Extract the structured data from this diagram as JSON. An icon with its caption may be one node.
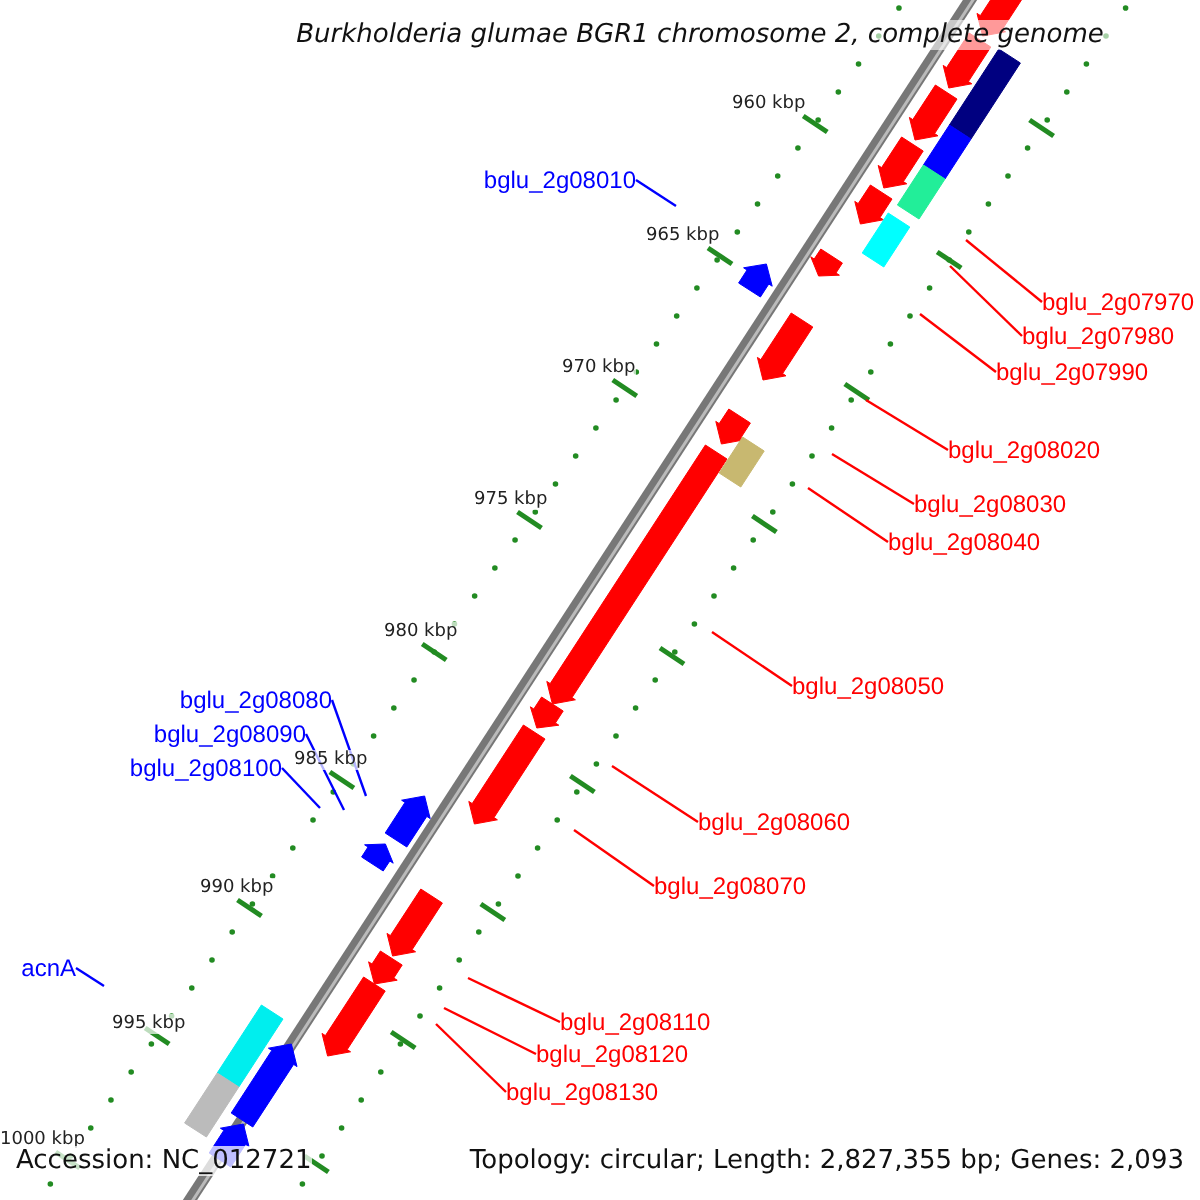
{
  "diagram": {
    "title": "Burkholderia glumae BGR1 chromosome 2, complete genome",
    "nodes": [
      {
        "text": [
          "bglu_2g08010"
        ]
      },
      {
        "text": [
          "bglu_2g07970"
        ]
      },
      {
        "text": [
          "bglu_2g07980"
        ]
      },
      {
        "text": [
          "bglu_2g07990"
        ]
      },
      {
        "text": [
          "bglu_2g08020"
        ]
      },
      {
        "text": [
          "bglu_2g08030"
        ]
      },
      {
        "text": [
          "bglu_2g08040"
        ]
      },
      {
        "text": [
          "bglu_2g08050"
        ]
      },
      {
        "text": [
          "bglu_2g08080"
        ]
      },
      {
        "text": [
          "bglu_2g08090"
        ]
      },
      {
        "text": [
          "bglu_2g08100"
        ]
      },
      {
        "text": [
          "bglu_2g08060"
        ]
      },
      {
        "text": [
          "bglu_2g08070"
        ]
      },
      {
        "text": [
          "acnA"
        ]
      },
      {
        "text": [
          "bglu_2g08110"
        ]
      },
      {
        "text": [
          "bglu_2g08120"
        ]
      },
      {
        "text": [
          "bglu_2g08130"
        ]
      }
    ],
    "edges": [
      {
        "from": 0,
        "to": null,
        "arrow": "none",
        "color": "#0000ff"
      },
      {
        "from": 1,
        "to": null,
        "arrow": "none"
      },
      {
        "from": 2,
        "to": null,
        "arrow": "none"
      },
      {
        "from": 3,
        "to": null,
        "arrow": "none"
      },
      {
        "from": 4,
        "to": null,
        "arrow": "none"
      },
      {
        "from": 5,
        "to": null,
        "arrow": "none"
      },
      {
        "from": 6,
        "to": null,
        "arrow": "none"
      },
      {
        "from": 7,
        "to": null,
        "arrow": "none"
      },
      {
        "from": 8,
        "to": null,
        "arrow": "none",
        "color": "#0000ff"
      },
      {
        "from": 9,
        "to": null,
        "arrow": "none",
        "color": "#0000ff"
      },
      {
        "from": 10,
        "to": null,
        "arrow": "none",
        "color": "#0000ff"
      },
      {
        "from": 11,
        "to": null,
        "arrow": "none"
      },
      {
        "from": 12,
        "to": null,
        "arrow": "none"
      },
      {
        "from": 13,
        "to": null,
        "arrow": "none",
        "color": "#0000ff"
      },
      {
        "from": 14,
        "to": null,
        "arrow": "none"
      },
      {
        "from": 15,
        "to": null,
        "arrow": "none"
      },
      {
        "from": 16,
        "to": null,
        "arrow": "none"
      }
    ],
    "labels": [
      "960 kbp",
      "965 kbp",
      "970 kbp",
      "975 kbp",
      "980 kbp",
      "985 kbp",
      "990 kbp",
      "995 kbp",
      "1000 kbp",
      "Accession: NC_012721",
      "Topology: circular; Length: 2,827,355 bp; Genes: 2,093"
    ]
  }
}
